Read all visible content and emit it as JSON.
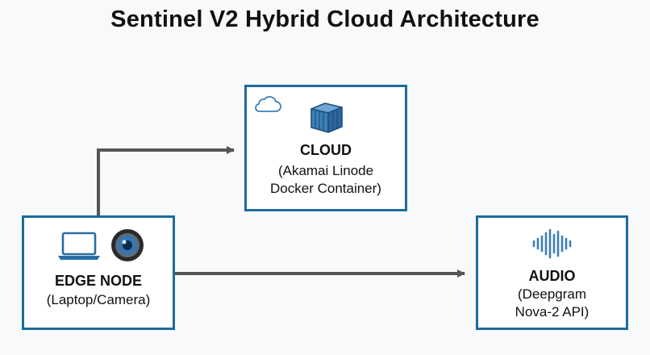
{
  "diagram": {
    "title": "Sentinel V2 Hybrid Cloud Architecture",
    "nodes": {
      "cloud": {
        "title": "CLOUD",
        "subtitle_line1": "(Akamai Linode",
        "subtitle_line2": "Docker Container)",
        "icons": [
          "cloud-icon",
          "container-icon"
        ]
      },
      "edge": {
        "title": "EDGE NODE",
        "subtitle_line1": "(Laptop/Camera)",
        "icons": [
          "laptop-icon",
          "camera-icon"
        ]
      },
      "audio": {
        "title": "AUDIO",
        "subtitle_line1": "(Deepgram",
        "subtitle_line2": "Nova-2 API)",
        "icons": [
          "audio-wave-icon"
        ]
      }
    },
    "edges": [
      {
        "from": "edge",
        "to": "cloud"
      },
      {
        "from": "edge",
        "to": "audio"
      }
    ],
    "colors": {
      "border": "#1e6b9e",
      "arrow": "#555555",
      "icon": "#3d7fb8"
    }
  }
}
